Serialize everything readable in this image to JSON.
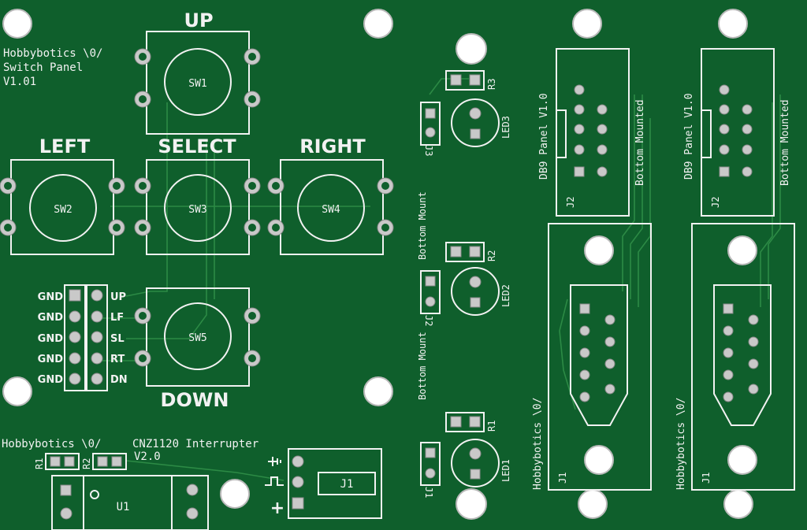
{
  "board": {
    "title": "Hobbybotics \\0/",
    "subtitle": "Switch Panel",
    "version": "V1.01"
  },
  "buttons": {
    "up": "UP",
    "left": "LEFT",
    "select": "SELECT",
    "right": "RIGHT",
    "down": "DOWN"
  },
  "switches": [
    "SW1",
    "SW2",
    "SW3",
    "SW4",
    "SW5"
  ],
  "header_left": [
    "GND",
    "GND",
    "GND",
    "GND",
    "GND"
  ],
  "header_right": [
    "UP",
    "LF",
    "SL",
    "RT",
    "DN"
  ],
  "leds": {
    "bottom_mount": "Bottom Mount",
    "led1": "LED1",
    "led2": "LED2",
    "led3": "LED3",
    "r1": "R1",
    "r2": "R2",
    "r3": "R3",
    "j1": "J1",
    "j2": "J2",
    "j3": "J3"
  },
  "interrupter": {
    "brand": "Hobbybotics \\0/",
    "name": "CNZ1120 Interrupter",
    "version": "V2.0",
    "r1": "R1",
    "r2": "R2",
    "u1": "U1",
    "j1": "J1",
    "plus": "+"
  },
  "db9": {
    "panel": "DB9 Panel V1.0",
    "mount": "Bottom Mounted",
    "brand": "Hobbybotics \\0/",
    "j1": "J1",
    "j2": "J2"
  },
  "colors": {
    "board": "#0f5f2c",
    "silkscreen": "#f2f2f2",
    "pad": "#c9c9c9",
    "trace": "#2c8a45"
  }
}
